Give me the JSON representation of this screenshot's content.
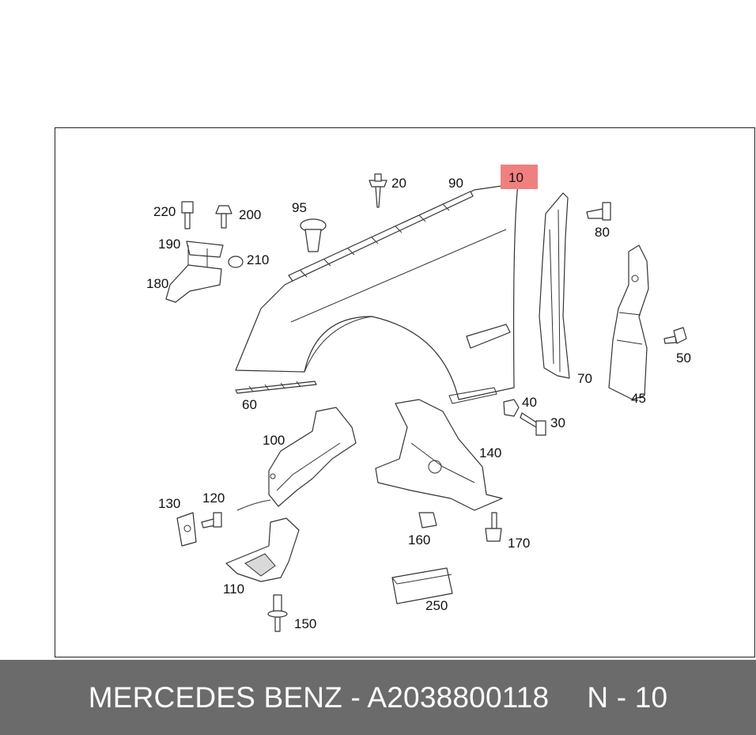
{
  "callouts": {
    "p10": "10",
    "p20": "20",
    "p30": "30",
    "p40": "40",
    "p45": "45",
    "p50": "50",
    "p60": "60",
    "p70": "70",
    "p80": "80",
    "p90": "90",
    "p95": "95",
    "p100": "100",
    "p110": "110",
    "p120": "120",
    "p130": "130",
    "p140": "140",
    "p150": "150",
    "p160": "160",
    "p170": "170",
    "p180": "180",
    "p190": "190",
    "p200": "200",
    "p210": "210",
    "p220": "220",
    "p250": "250"
  },
  "highlight_color": "#f08080",
  "footer": {
    "brand_part": "MERCEDES BENZ - A2038800118",
    "ref": "N - 10"
  }
}
